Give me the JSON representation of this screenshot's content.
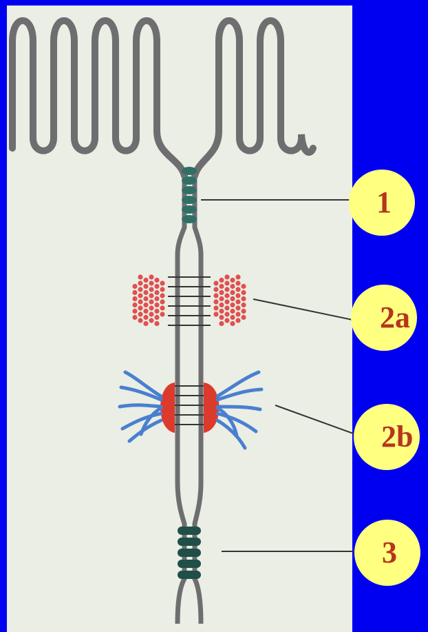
{
  "labels": {
    "tight_junction": "1",
    "adherens_junction": "2a",
    "desmosome": "2b",
    "gap_junction": "3"
  },
  "colors": {
    "background": "#0000f0",
    "panel": "#eaeee4",
    "membrane": "#6e6e70",
    "badge_fill": "#ffff80",
    "badge_text": "#b5351f",
    "actin": "#e05050",
    "intermediate_filaments": "#4a7fd0",
    "plaque": "#dd3a2e",
    "junction_dark": "#1f4f48"
  }
}
